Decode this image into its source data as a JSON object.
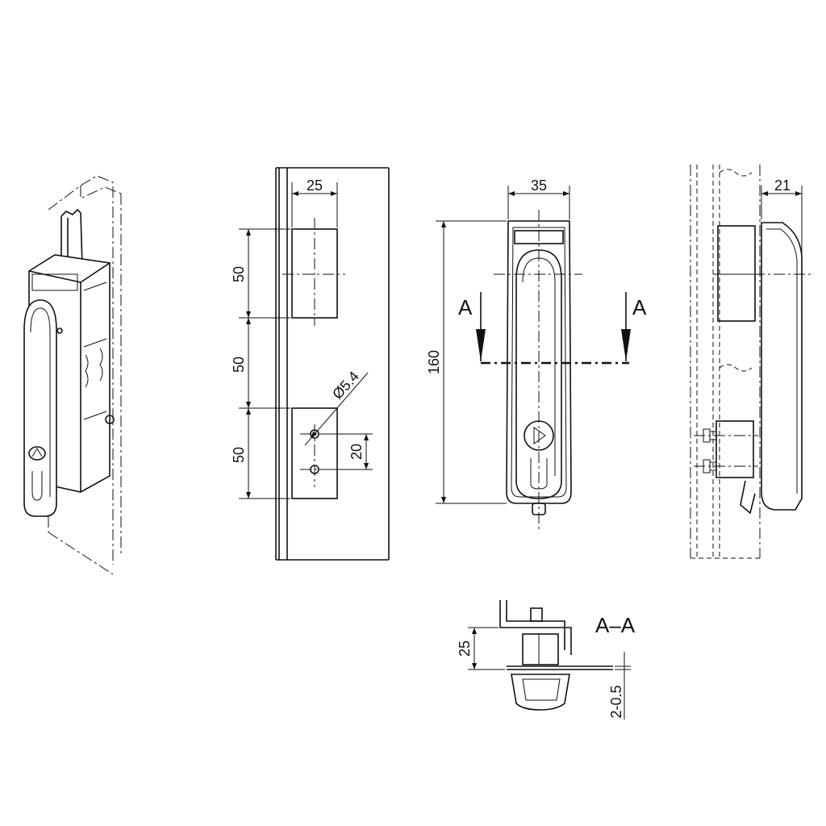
{
  "drawing": {
    "dimensions": {
      "cutout_width": "25",
      "pitch_1": "50",
      "pitch_2": "50",
      "pitch_3": "50",
      "hole_diameter": "Ø5.4",
      "hole_spacing": "20",
      "handle_width": "35",
      "handle_height": "160",
      "side_depth": "21",
      "section_depth": "25",
      "panel_thickness": "2-0.5"
    },
    "labels": {
      "section_left": "A",
      "section_right": "A",
      "section_title": "A–A"
    }
  }
}
